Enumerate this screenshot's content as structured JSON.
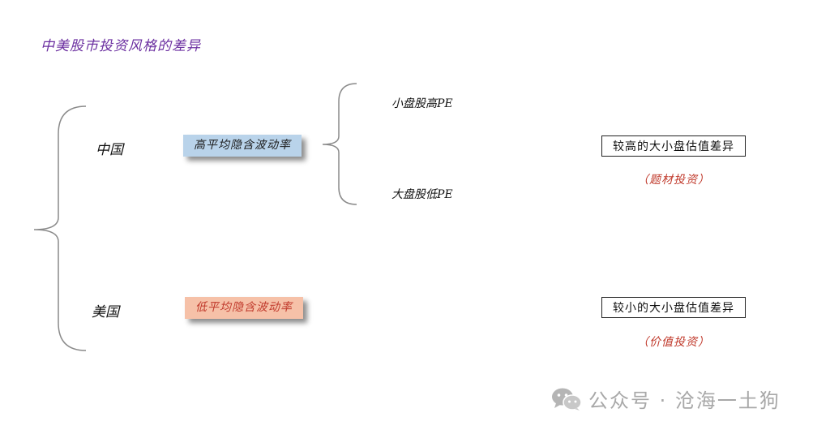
{
  "title": "中美股市投资风格的差异",
  "countries": {
    "china": "中国",
    "usa": "美国"
  },
  "volatility": {
    "high": "高平均隐含波动率",
    "low": "低平均隐含波动率"
  },
  "pe": {
    "small_high": "小盘股高PE",
    "large_low": "大盘股低PE"
  },
  "differences": {
    "higher": "较高的大小盘估值差异",
    "lower": "较小的大小盘估值差异"
  },
  "styles": {
    "theme": "（题材投资）",
    "value": "（价值投资）"
  },
  "watermark": {
    "text": "公众号 · 沧海一土狗",
    "icon": "wechat-icon"
  },
  "colors": {
    "title": "#6b2fa0",
    "high_vol_bg": "#b9d3ea",
    "low_vol_bg": "#f6c1a8",
    "low_vol_text": "#c0392b",
    "style_note": "#c0392b"
  }
}
